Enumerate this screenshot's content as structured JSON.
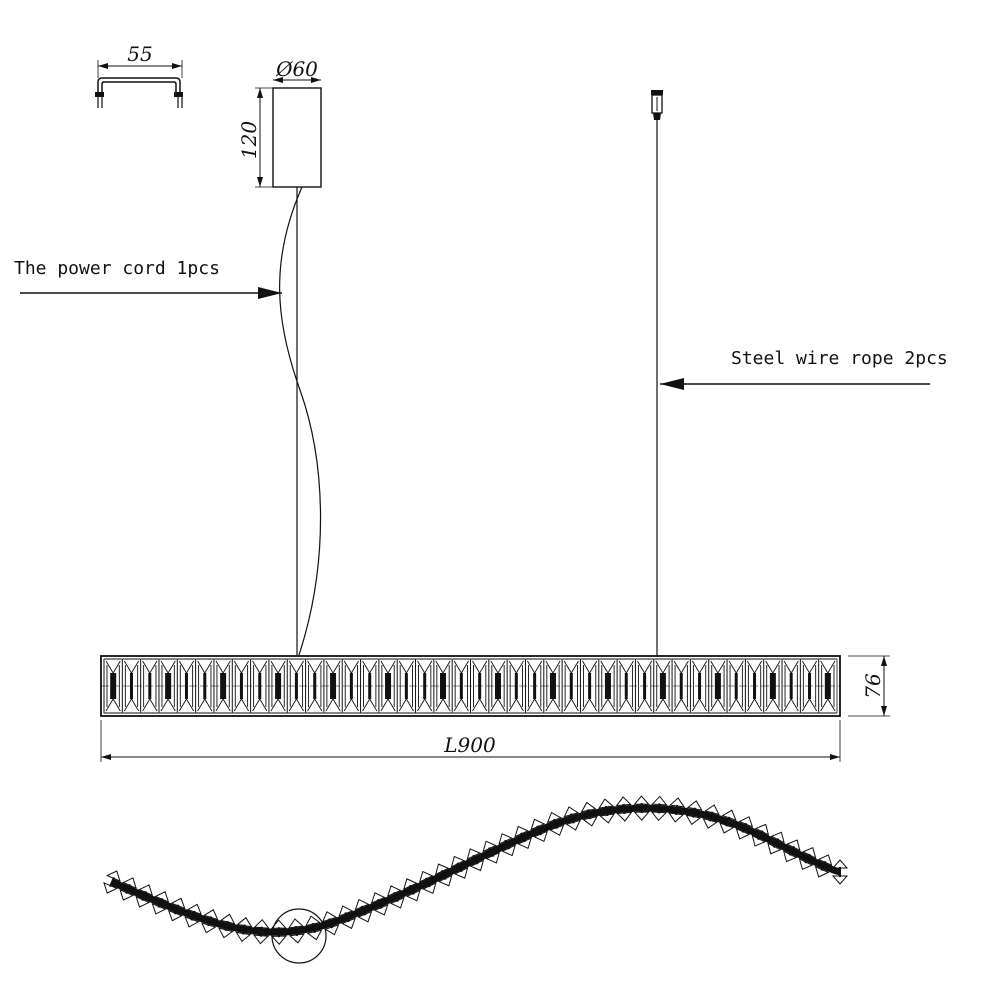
{
  "labels": {
    "bracket_width": "55",
    "canopy_diameter": "Ø60",
    "canopy_height": "120",
    "power_cord": "The power cord  1pcs",
    "steel_wire": "Steel wire rope  2pcs",
    "fixture_height": "76",
    "fixture_length": "L900"
  },
  "colors": {
    "line": "#111111",
    "background": "#ffffff"
  }
}
